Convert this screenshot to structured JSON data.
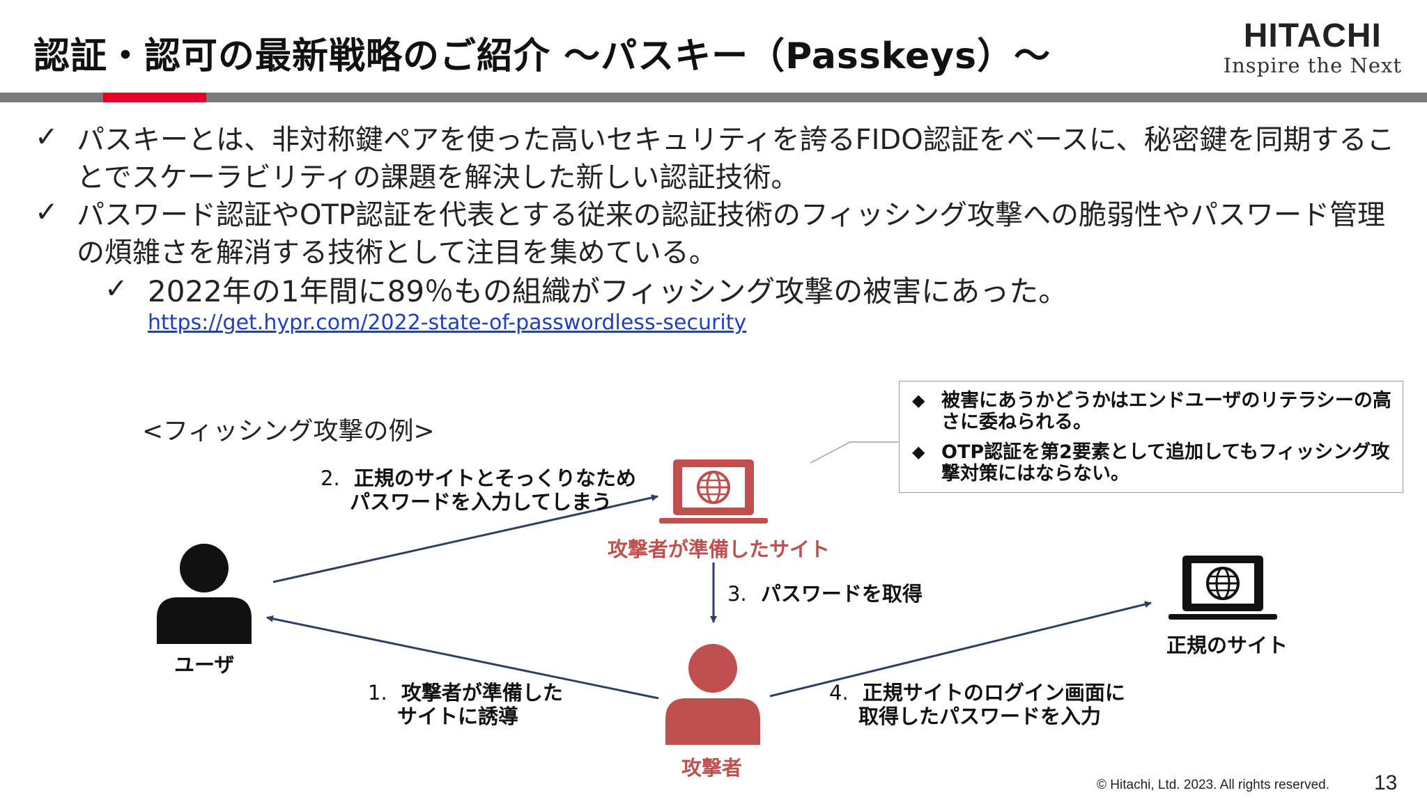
{
  "header": {
    "title": "認証・認可の最新戦略のご紹介 ～パスキー（Passkeys）～",
    "logo_main": "HITACHI",
    "logo_tagline": "Inspire the Next"
  },
  "bullets": {
    "b1": "パスキーとは、非対称鍵ペアを使った高いセキュリティを誇るFIDO認証をベースに、秘密鍵を同期することでスケーラビリティの課題を解決した新しい認証技術。",
    "b2": "パスワード認証やOTP認証を代表とする従来の認証技術のフィッシング攻撃への脆弱性やパスワード管理の煩雑さを解消する技術として注目を集めている。",
    "b3": "2022年の1年間に89％もの組織がフィッシング攻撃の被害にあった。",
    "link": "https://get.hypr.com/2022-state-of-passwordless-security",
    "check": "✓"
  },
  "diagram": {
    "title": "<フィッシング攻撃の例>",
    "step1_num": "1.",
    "step1_line1": "攻撃者が準備した",
    "step1_line2": "サイトに誘導",
    "step2_num": "2.",
    "step2_line1": "正規のサイトとそっくりなため",
    "step2_line2": "パスワードを入力してしまう",
    "step3_num": "3.",
    "step3_text": "パスワードを取得",
    "step4_num": "4.",
    "step4_line1": "正規サイトのログイン画面に",
    "step4_line2": "取得したパスワードを入力",
    "user_label": "ユーザ",
    "fake_site_label": "攻撃者が準備したサイト",
    "attacker_label": "攻撃者",
    "legit_site_label": "正規のサイト",
    "callout_items": [
      "被害にあうかどうかはエンドユーザのリテラシーの高さに委ねられる。",
      "OTP認証を第2要素として追加してもフィッシング攻撃対策にはならない。"
    ],
    "callout_marker": "◆"
  },
  "footer": {
    "copyright": "© Hitachi, Ltd. 2023. All rights reserved.",
    "page_number": "13"
  },
  "colors": {
    "accent_red": "#e60027",
    "attacker_red": "#c0504d",
    "arrow_navy": "#2f3e63",
    "bar_grey": "#7a7a7a",
    "link_blue": "#1f3fbf"
  }
}
